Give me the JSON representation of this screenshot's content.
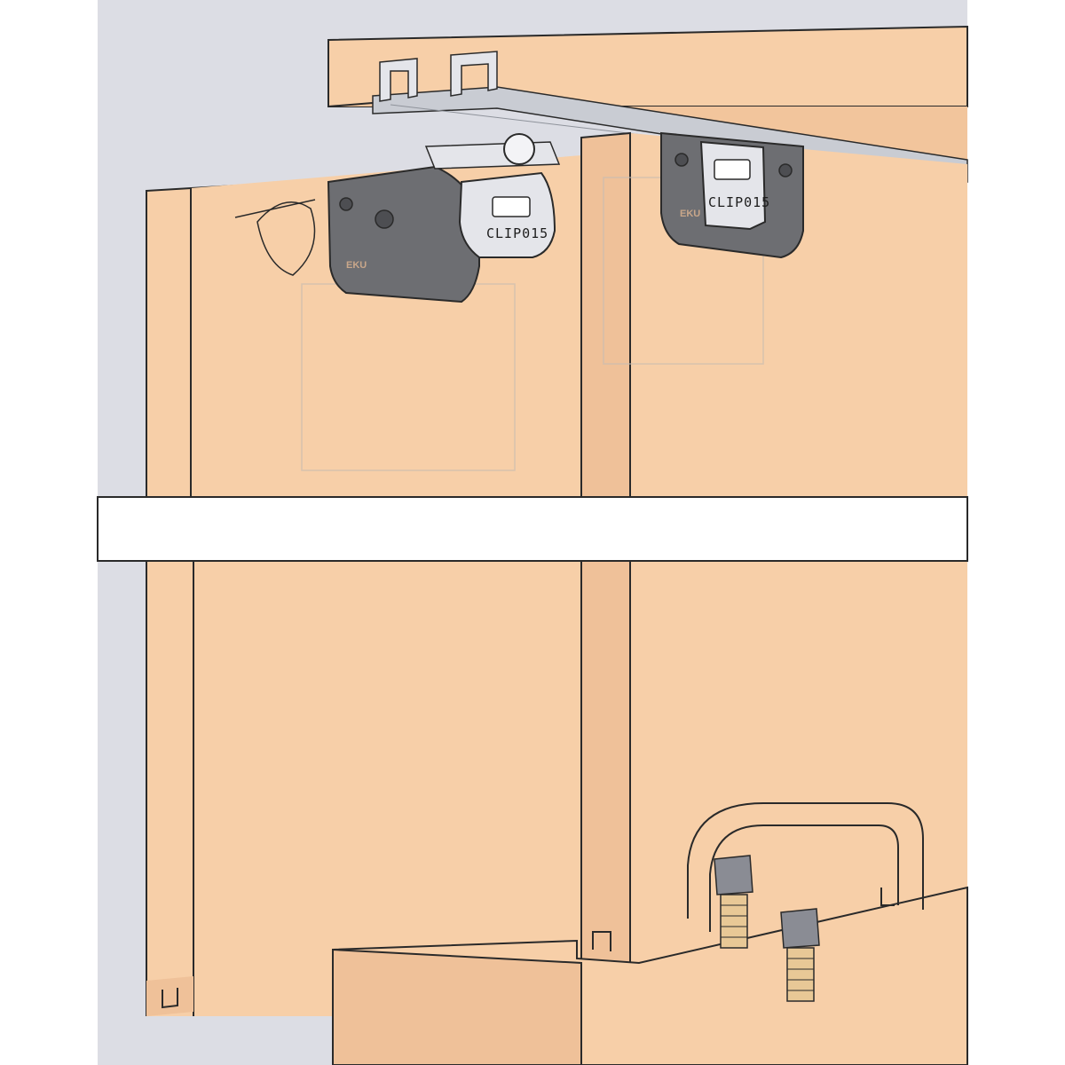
{
  "colors": {
    "background_left": "#dcdde4",
    "background_right": "#ffffff",
    "wood": "#f7cfa8",
    "wood_shadow": "#efc199",
    "band": "#ffffff",
    "outline": "#2a2a2a",
    "rail": "#c9ccd3",
    "plate": "#6d6e72",
    "clip": "#e4e5ea",
    "guide_cap": "#8a8c94",
    "spring": "#e8c896"
  },
  "hardware": {
    "clip_label_left": "CLIP015",
    "clip_label_right": "CLIP015",
    "plate_logo_left": "EKU",
    "plate_logo_right": "EKU"
  },
  "icons": [
    "track-rail",
    "roller-plate",
    "clip-connector",
    "floor-guide",
    "door-handle"
  ]
}
